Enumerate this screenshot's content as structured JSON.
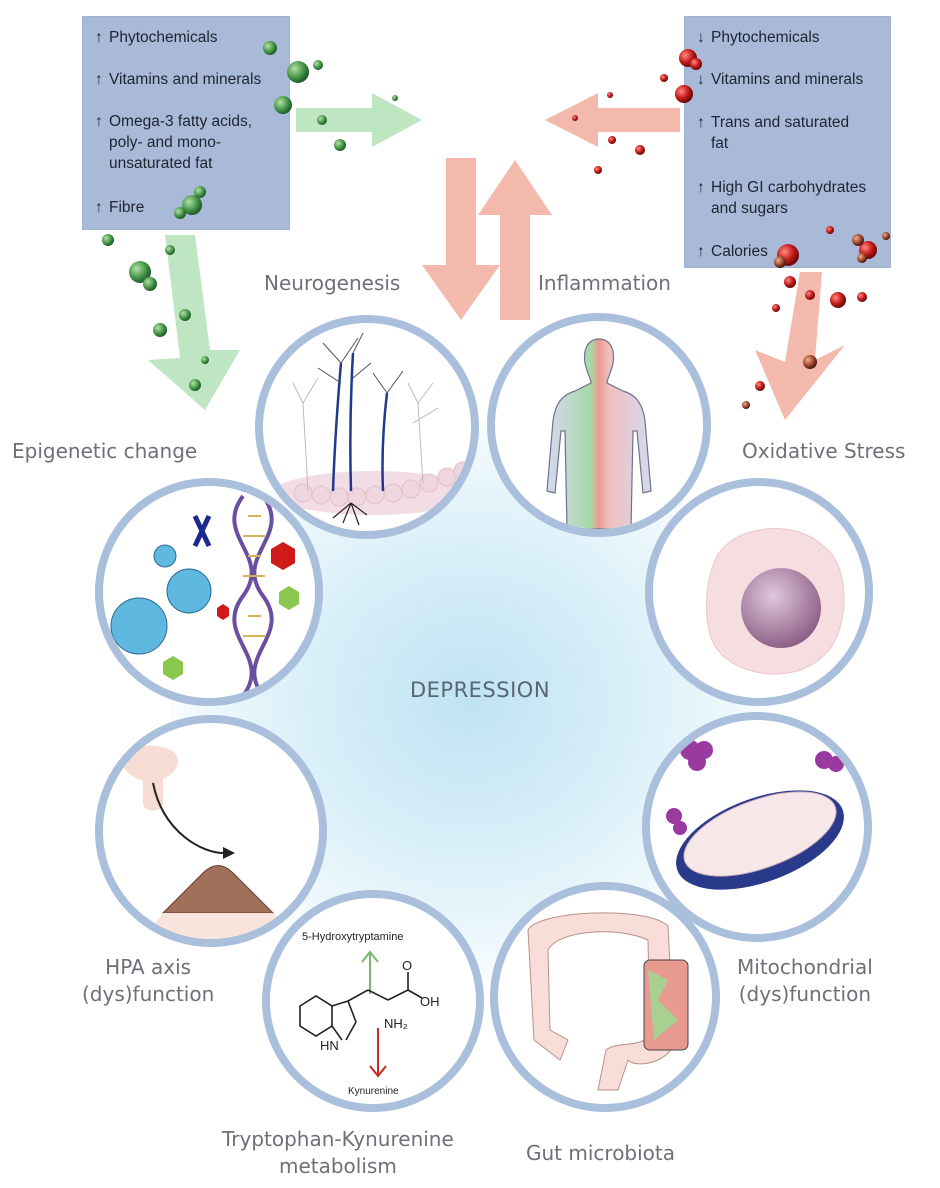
{
  "center": {
    "title": "DEPRESSION"
  },
  "healthy_diet_box": {
    "items": [
      {
        "arrow": "↑",
        "direction": "increase",
        "text": "Phytochemicals"
      },
      {
        "arrow": "↑",
        "direction": "increase",
        "text": "Vitamins and minerals"
      },
      {
        "arrow": "↑",
        "direction": "increase",
        "lines": [
          "Omega-3 fatty acids,",
          "poly- and mono-",
          "unsaturated fat"
        ]
      },
      {
        "arrow": "↑",
        "direction": "increase",
        "text": "Fibre"
      }
    ],
    "color": "#a8bad8",
    "particle_color": "#4a9a4a"
  },
  "unhealthy_diet_box": {
    "items": [
      {
        "arrow": "↓",
        "direction": "decrease",
        "text": "Phytochemicals"
      },
      {
        "arrow": "↓",
        "direction": "decrease",
        "text": "Vitamins and minerals"
      },
      {
        "arrow": "↑",
        "direction": "increase",
        "lines": [
          "Trans and saturated",
          "fat"
        ]
      },
      {
        "arrow": "↑",
        "direction": "increase",
        "lines": [
          "High GI carbohydrates",
          "and sugars"
        ]
      },
      {
        "arrow": "↑",
        "direction": "increase",
        "text": "Calories"
      }
    ],
    "color": "#a8bad8",
    "particle_color": "#c41a1a"
  },
  "mechanisms": [
    {
      "id": "neurogenesis",
      "label": "Neurogenesis"
    },
    {
      "id": "inflammation",
      "label": "Inflammation"
    },
    {
      "id": "epigenetic",
      "label": "Epigenetic change"
    },
    {
      "id": "oxidative",
      "label": "Oxidative Stress"
    },
    {
      "id": "hpa",
      "lines": [
        "HPA axis",
        "(dys)function"
      ]
    },
    {
      "id": "mitochondrial",
      "lines": [
        "Mitochondrial",
        "(dys)function"
      ]
    },
    {
      "id": "tryptophan",
      "lines": [
        "Tryptophan-Kynurenine",
        "metabolism"
      ]
    },
    {
      "id": "gut",
      "label": "Gut microbiota"
    }
  ],
  "tryptophan_diagram": {
    "top_label": "5-Hydroxytryptamine",
    "bottom_label": "Kynurenine",
    "oh_label": "OH",
    "o_label": "O",
    "nh2_label": "NH₂",
    "hn_label": "HN"
  },
  "colors": {
    "healthy_arrow": "#bfe6c2",
    "unhealthy_arrow": "#f4b9ad",
    "circle_border": "#a9bfdb",
    "label_text": "#6d7078"
  }
}
